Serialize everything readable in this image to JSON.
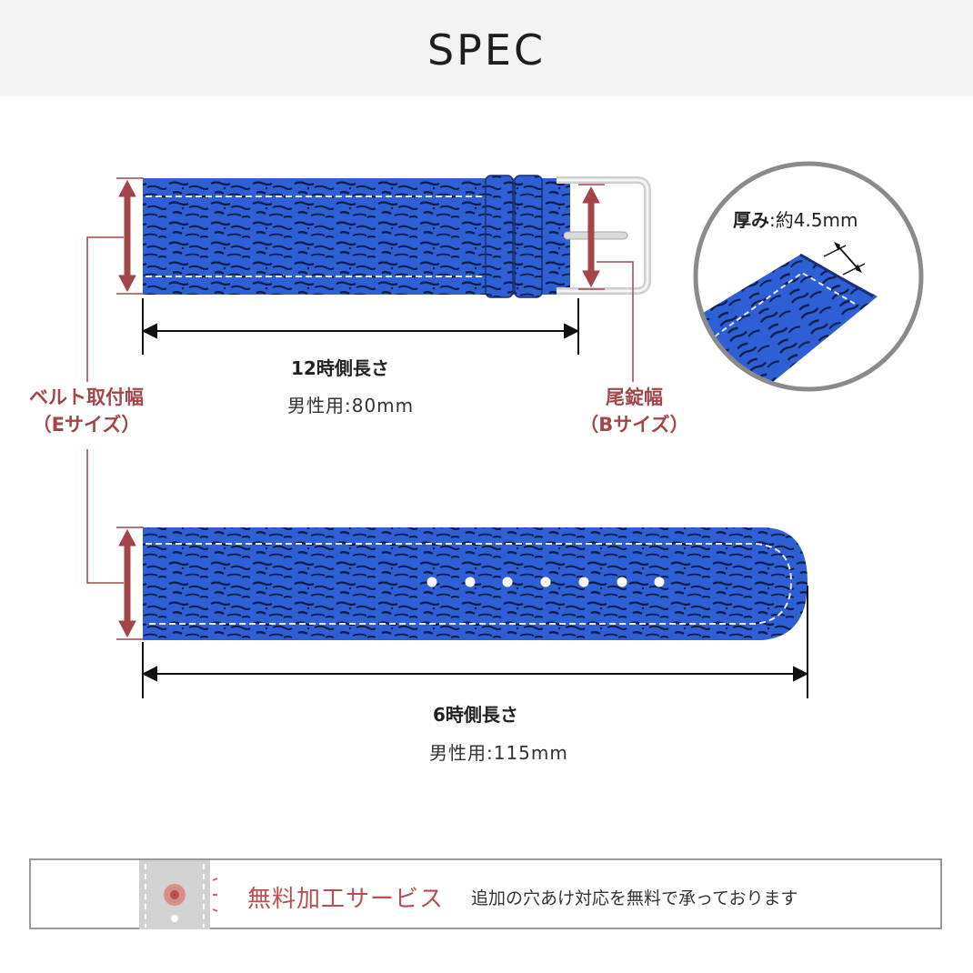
{
  "header": {
    "title": "SPEC"
  },
  "thickness": {
    "label": "厚み",
    "value": ":約4.5mm"
  },
  "upper_strap": {
    "length_label": "12時側長さ",
    "length_value": "男性用:80mm"
  },
  "lower_strap": {
    "length_label": "6時側長さ",
    "length_value": "男性用:115mm"
  },
  "lug_width": {
    "label": "ベルト取付幅",
    "size": "（Eサイズ）"
  },
  "buckle_width": {
    "label": "尾錠幅",
    "size": "（Bサイズ）"
  },
  "service_banner": {
    "title": "無料加工サービス",
    "text": "追加の穴あけ対応を無料で承っております"
  },
  "colors": {
    "strap": "#2f5fd4",
    "strap_texture": "#0d1c4a",
    "accent_red": "#a3464a",
    "buckle": "#d6d6d6"
  }
}
